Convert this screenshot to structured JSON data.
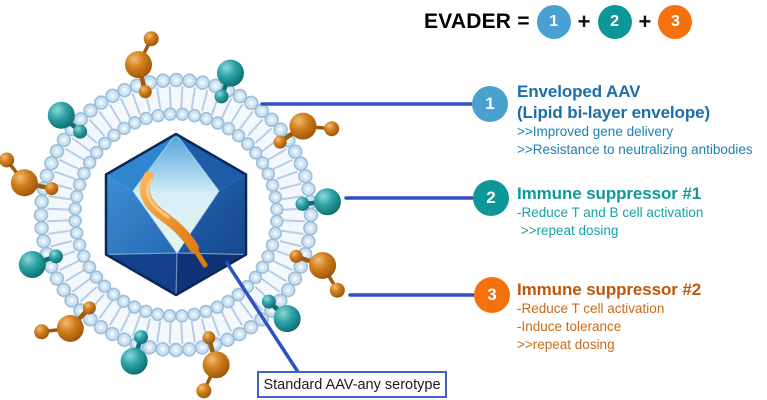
{
  "header": {
    "formula_label": "EVADER =",
    "plus_sign": "+",
    "terms": [
      "1",
      "2",
      "3"
    ]
  },
  "annotations": [
    {
      "number": "1",
      "title_lines": [
        "Enveloped AAV",
        "(Lipid bi-layer envelope)"
      ],
      "bullets": [
        ">>Improved gene delivery",
        ">>Resistance to neutralizing antibodies"
      ]
    },
    {
      "number": "2",
      "title_lines": [
        "Immune suppressor #1"
      ],
      "bullets": [
        "-Reduce T and B cell activation",
        " >>repeat dosing"
      ]
    },
    {
      "number": "3",
      "title_lines": [
        "Immune suppressor #2"
      ],
      "bullets": [
        "-Reduce T cell activation",
        "-Induce tolerance",
        ">>repeat dosing"
      ]
    }
  ],
  "capsid_label": "Standard AAV-any serotype",
  "colors": {
    "term1_blue": "#4BA0D2",
    "term2_teal": "#0F9699",
    "term3_orange": "#F4710D",
    "title1_text": "#1B6EA8",
    "title2_text": "#0F989B",
    "title3_text": "#C0570E",
    "connector_blue": "#2E51C4",
    "membrane_bead": "#CDE3F3",
    "capsid_navy": "#0A2756",
    "genome_ribbon_orange": "#E07D12"
  }
}
